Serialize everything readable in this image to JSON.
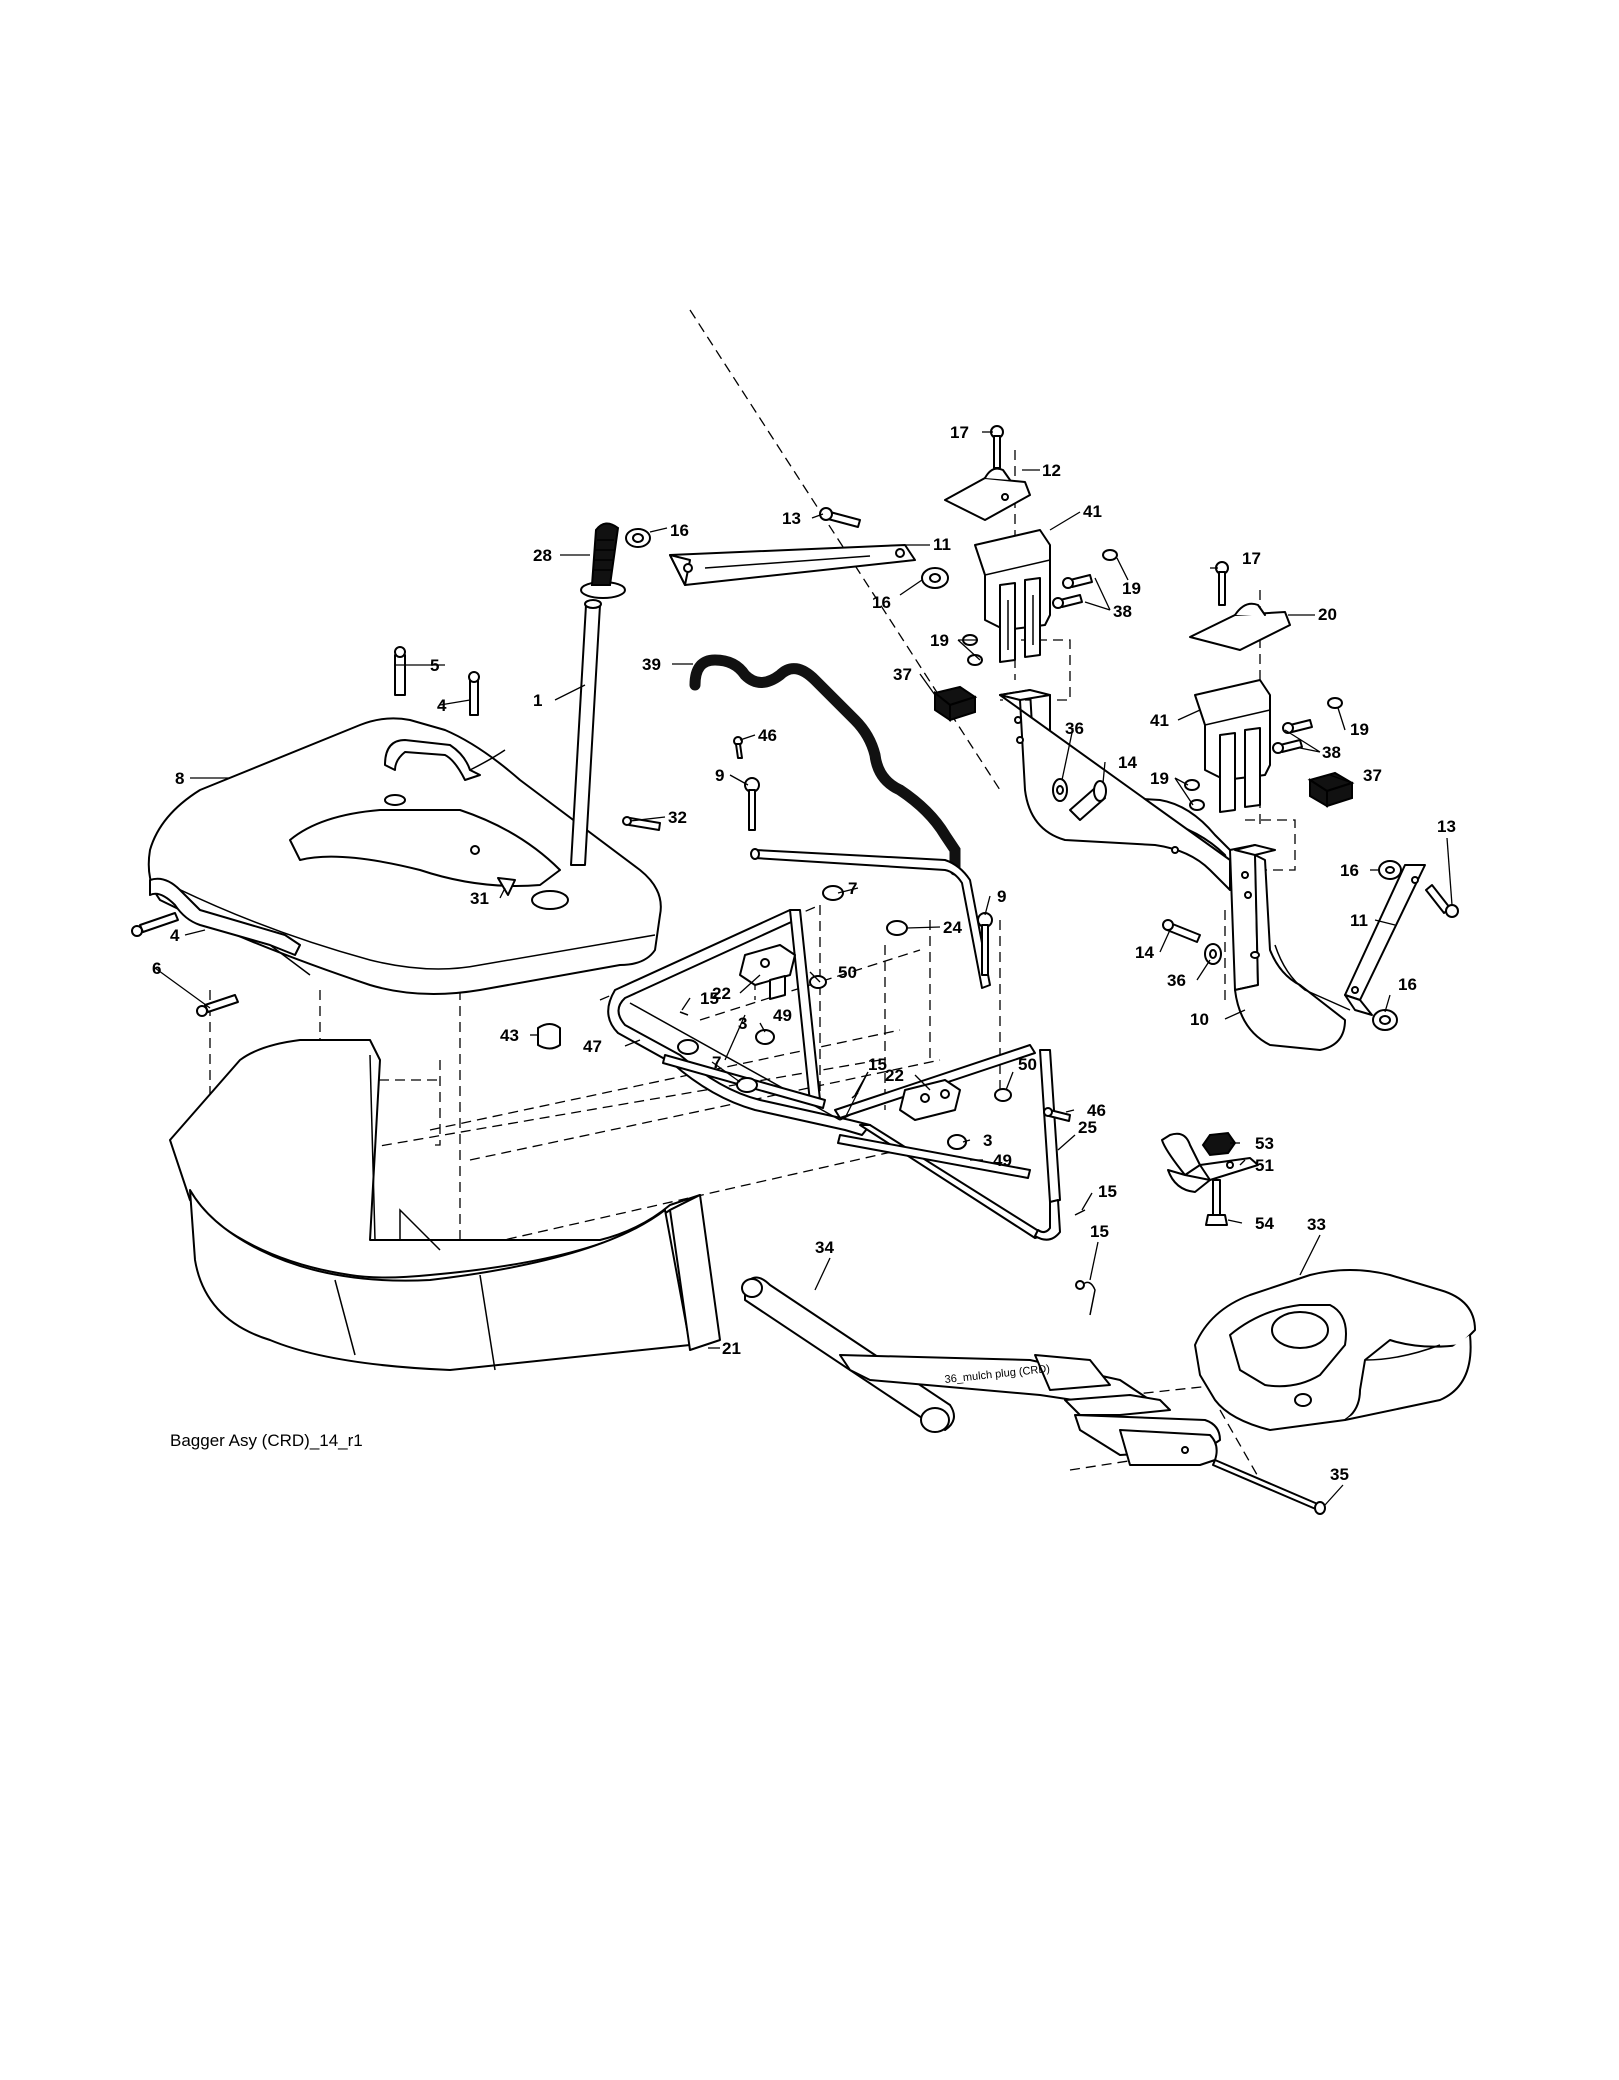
{
  "diagram": {
    "caption": "Bagger Asy (CRD)_14_r1",
    "inline_note": "36_mulch plug (CRD)",
    "callouts": [
      {
        "id": "c17a",
        "label": "17"
      },
      {
        "id": "c12",
        "label": "12"
      },
      {
        "id": "c13a",
        "label": "13"
      },
      {
        "id": "c16a",
        "label": "16"
      },
      {
        "id": "c11a",
        "label": "11"
      },
      {
        "id": "c41a",
        "label": "41"
      },
      {
        "id": "c28",
        "label": "28"
      },
      {
        "id": "c19a",
        "label": "19"
      },
      {
        "id": "c38a",
        "label": "38"
      },
      {
        "id": "c16b",
        "label": "16"
      },
      {
        "id": "c17b",
        "label": "17"
      },
      {
        "id": "c20",
        "label": "20"
      },
      {
        "id": "c19b",
        "label": "19"
      },
      {
        "id": "c39",
        "label": "39"
      },
      {
        "id": "c37a",
        "label": "37"
      },
      {
        "id": "c5",
        "label": "5"
      },
      {
        "id": "c4a",
        "label": "4"
      },
      {
        "id": "c1",
        "label": "1"
      },
      {
        "id": "c41b",
        "label": "41"
      },
      {
        "id": "c19c",
        "label": "19"
      },
      {
        "id": "c38b",
        "label": "38"
      },
      {
        "id": "c46a",
        "label": "46"
      },
      {
        "id": "c36a",
        "label": "36"
      },
      {
        "id": "c14a",
        "label": "14"
      },
      {
        "id": "c8",
        "label": "8"
      },
      {
        "id": "c9a",
        "label": "9"
      },
      {
        "id": "c19d",
        "label": "19"
      },
      {
        "id": "c37b",
        "label": "37"
      },
      {
        "id": "c32",
        "label": "32"
      },
      {
        "id": "c13b",
        "label": "13"
      },
      {
        "id": "c31",
        "label": "31"
      },
      {
        "id": "c9b",
        "label": "9"
      },
      {
        "id": "c16c",
        "label": "16"
      },
      {
        "id": "c7a",
        "label": "7"
      },
      {
        "id": "c24",
        "label": "24"
      },
      {
        "id": "c11b",
        "label": "11"
      },
      {
        "id": "c4b",
        "label": "4"
      },
      {
        "id": "c14b",
        "label": "14"
      },
      {
        "id": "c6",
        "label": "6"
      },
      {
        "id": "c50a",
        "label": "50"
      },
      {
        "id": "c22a",
        "label": "22"
      },
      {
        "id": "c36b",
        "label": "36"
      },
      {
        "id": "c16d",
        "label": "16"
      },
      {
        "id": "c15a",
        "label": "15"
      },
      {
        "id": "c43",
        "label": "43"
      },
      {
        "id": "c3a",
        "label": "3"
      },
      {
        "id": "c49a",
        "label": "49"
      },
      {
        "id": "c10",
        "label": "10"
      },
      {
        "id": "c47",
        "label": "47"
      },
      {
        "id": "c7b",
        "label": "7"
      },
      {
        "id": "c22b",
        "label": "22"
      },
      {
        "id": "c50b",
        "label": "50"
      },
      {
        "id": "c15b",
        "label": "15"
      },
      {
        "id": "c46b",
        "label": "46"
      },
      {
        "id": "c53",
        "label": "53"
      },
      {
        "id": "c3b",
        "label": "3"
      },
      {
        "id": "c51",
        "label": "51"
      },
      {
        "id": "c25",
        "label": "25"
      },
      {
        "id": "c54",
        "label": "54"
      },
      {
        "id": "c49b",
        "label": "49"
      },
      {
        "id": "c15c",
        "label": "15"
      },
      {
        "id": "c33",
        "label": "33"
      },
      {
        "id": "c15d",
        "label": "15"
      },
      {
        "id": "c34",
        "label": "34"
      },
      {
        "id": "c21",
        "label": "21"
      },
      {
        "id": "c35",
        "label": "35"
      }
    ]
  }
}
